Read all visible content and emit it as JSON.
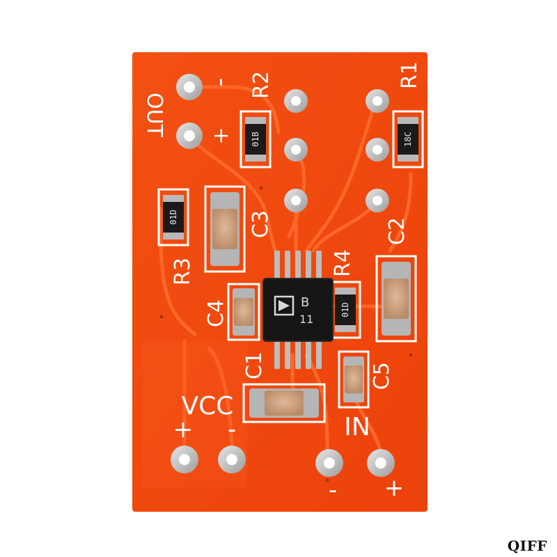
{
  "colors": {
    "board": "#f04a10",
    "board_dark": "#d63a06",
    "trace": "#ff6a2a",
    "silk": "#ffffff",
    "pad": "#c8c8c8",
    "chip": "#151515"
  },
  "board": {
    "out": {
      "label": "OUT",
      "minus": "-",
      "plus": "+"
    },
    "vcc": {
      "label": "VCC",
      "plus": "+",
      "minus": "-"
    },
    "in": {
      "label": "IN",
      "minus": "-",
      "plus": "+"
    },
    "components": {
      "r1": {
        "ref": "R1",
        "marking": "18C"
      },
      "r2": {
        "ref": "R2",
        "marking": "01B"
      },
      "r3": {
        "ref": "R3",
        "marking": "01D"
      },
      "r4": {
        "ref": "R4",
        "marking": "01D"
      },
      "c1": {
        "ref": "C1"
      },
      "c2": {
        "ref": "C2"
      },
      "c3": {
        "ref": "C3"
      },
      "c4": {
        "ref": "C4"
      },
      "c5": {
        "ref": "C5"
      }
    },
    "chip": {
      "marking_top": "B",
      "marking_bottom": "11",
      "logo": "analog-devices-triangle-logo"
    }
  },
  "watermark": "QIFF"
}
